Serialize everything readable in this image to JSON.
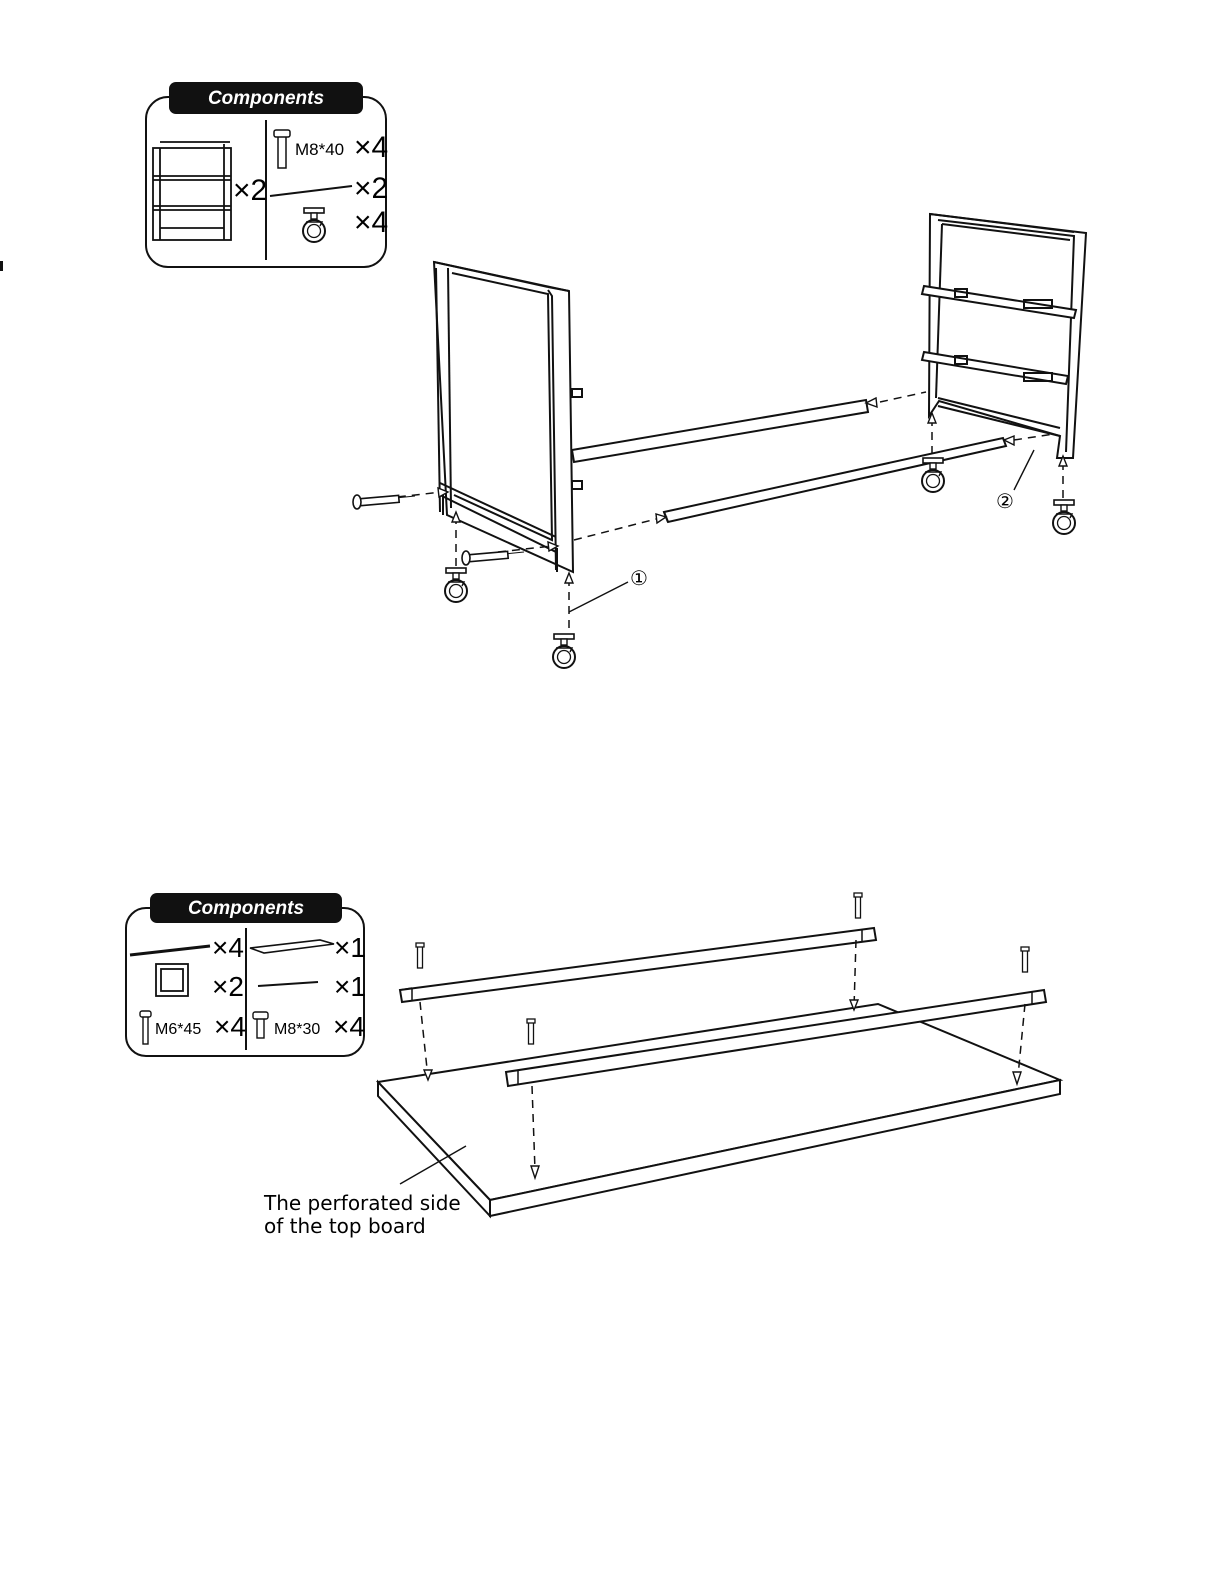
{
  "step1": {
    "components_title": "Components",
    "items": [
      {
        "icon": "side-frame-icon",
        "qty": "×2"
      },
      {
        "icon": "bolt-icon",
        "label": "M8*40",
        "qty": "×4"
      },
      {
        "icon": "long-rail-icon",
        "qty": "×2"
      },
      {
        "icon": "caster-wheel-icon",
        "qty": "×4"
      }
    ],
    "callouts": [
      "①",
      "②"
    ]
  },
  "step2": {
    "components_title": "Components",
    "items": [
      {
        "icon": "rail-icon",
        "qty": "×4"
      },
      {
        "icon": "top-board-icon",
        "qty": "×1"
      },
      {
        "icon": "square-frame-icon",
        "qty": "×2"
      },
      {
        "icon": "slat-icon",
        "qty": "×1"
      },
      {
        "icon": "bolt-icon",
        "label": "M6*45",
        "qty": "×4"
      },
      {
        "icon": "bolt-icon",
        "label": "M8*30",
        "qty": "×4"
      }
    ],
    "note_line1": "The perforated side",
    "note_line2": "of the top board"
  }
}
